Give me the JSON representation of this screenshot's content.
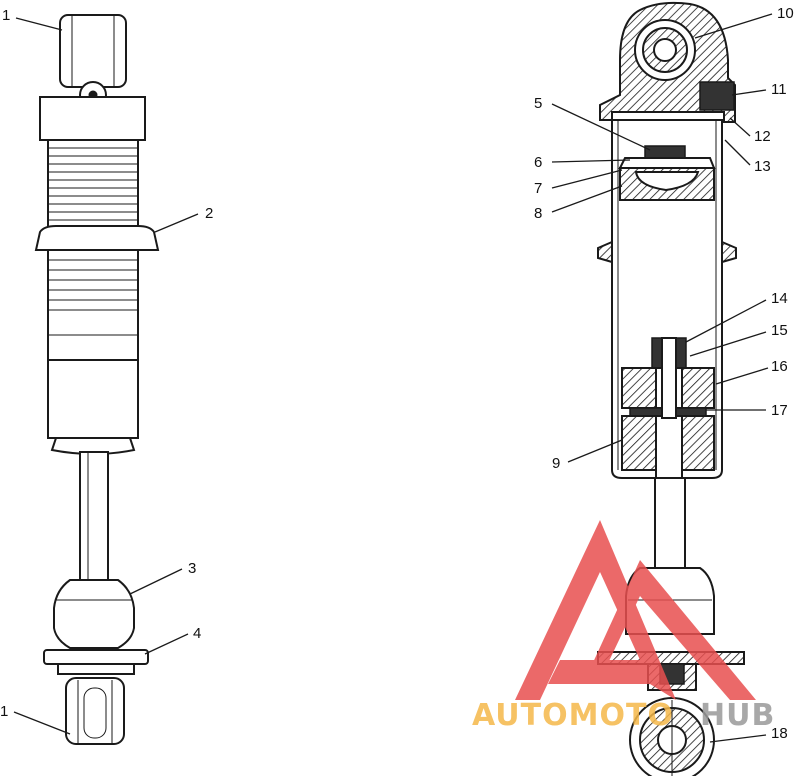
{
  "diagram": {
    "callouts": [
      {
        "id": "1a",
        "text": "1"
      },
      {
        "id": "2",
        "text": "2"
      },
      {
        "id": "3",
        "text": "3"
      },
      {
        "id": "4",
        "text": "4"
      },
      {
        "id": "1b",
        "text": "1"
      },
      {
        "id": "10",
        "text": "10"
      },
      {
        "id": "11",
        "text": "11"
      },
      {
        "id": "5",
        "text": "5"
      },
      {
        "id": "12",
        "text": "12"
      },
      {
        "id": "13",
        "text": "13"
      },
      {
        "id": "6",
        "text": "6"
      },
      {
        "id": "7",
        "text": "7"
      },
      {
        "id": "8",
        "text": "8"
      },
      {
        "id": "14",
        "text": "14"
      },
      {
        "id": "15",
        "text": "15"
      },
      {
        "id": "16",
        "text": "16"
      },
      {
        "id": "17",
        "text": "17"
      },
      {
        "id": "9",
        "text": "9"
      },
      {
        "id": "18",
        "text": "18"
      }
    ]
  },
  "watermark": {
    "text_part1": "AUTOMOTO",
    "text_part2": "HUB",
    "colors": {
      "triangle": "#e85050",
      "text1": "#f5b84a",
      "text2": "#9a9a9a"
    }
  }
}
